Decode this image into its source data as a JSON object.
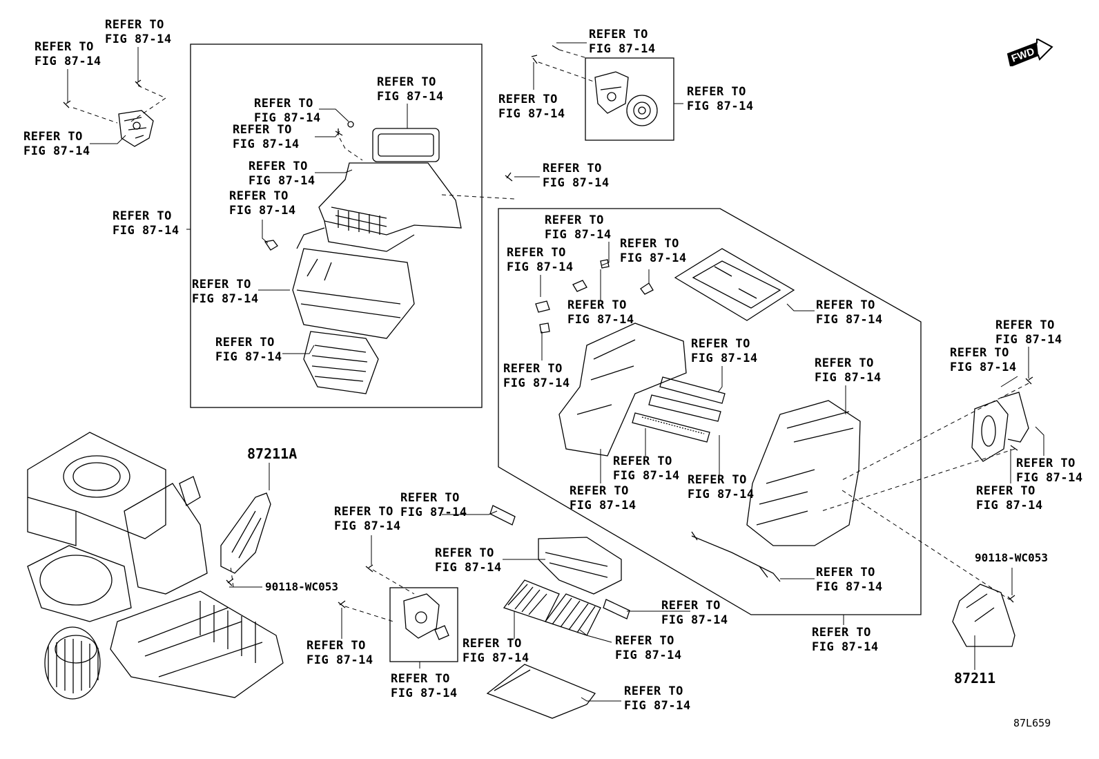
{
  "labels": {
    "l1": "REFER TO\nFIG 87-14",
    "l2": "REFER TO\nFIG 87-14",
    "l3": "REFER TO\nFIG 87-14",
    "l4": "REFER TO\nFIG 87-14",
    "l5": "REFER TO\nFIG 87-14",
    "l6": "REFER TO\nFIG 87-14",
    "l7": "REFER TO\nFIG 87-14",
    "l8": "REFER TO\nFIG 87-14",
    "l9": "REFER TO\nFIG 87-14",
    "l10": "REFER TO\nFIG 87-14",
    "l11": "REFER TO\nFIG 87-14",
    "l12": "REFER TO\nFIG 87-14",
    "l13": "REFER TO\nFIG 87-14",
    "l14": "REFER TO\nFIG 87-14",
    "l15": "REFER TO\nFIG 87-14",
    "l16": "REFER TO\nFIG 87-14",
    "l17": "REFER TO\nFIG 87-14",
    "l18": "REFER TO\nFIG 87-14",
    "l19": "REFER TO\nFIG 87-14",
    "l20": "REFER TO\nFIG 87-14",
    "l21": "REFER TO\nFIG 87-14",
    "l22": "REFER TO\nFIG 87-14",
    "l23": "REFER TO\nFIG 87-14",
    "l24": "REFER TO\nFIG 87-14",
    "l25": "REFER TO\nFIG 87-14",
    "l26": "REFER TO\nFIG 87-14",
    "l27": "REFER TO\nFIG 87-14",
    "l28": "REFER TO\nFIG 87-14",
    "l29": "REFER TO\nFIG 87-14",
    "l30": "REFER TO\nFIG 87-14",
    "l31": "REFER TO\nFIG 87-14",
    "l32": "REFER TO\nFIG 87-14",
    "l33": "REFER TO\nFIG 87-14",
    "l34": "REFER TO\nFIG 87-14",
    "l35": "REFER TO\nFIG 87-14",
    "l36": "REFER TO\nFIG 87-14",
    "l37": "REFER TO\nFIG 87-14",
    "l38": "REFER TO\nFIG 87-14",
    "l39": "REFER TO\nFIG 87-14",
    "l40": "REFER TO\nFIG 87-14",
    "l41": "REFER TO\nFIG 87-14"
  },
  "parts": {
    "p87211A": "87211A",
    "p87211": "87211",
    "bolt1": "90118-WC053",
    "bolt2": "90118-WC053"
  },
  "fwd_label": "FWD",
  "figure_code": "87L659"
}
